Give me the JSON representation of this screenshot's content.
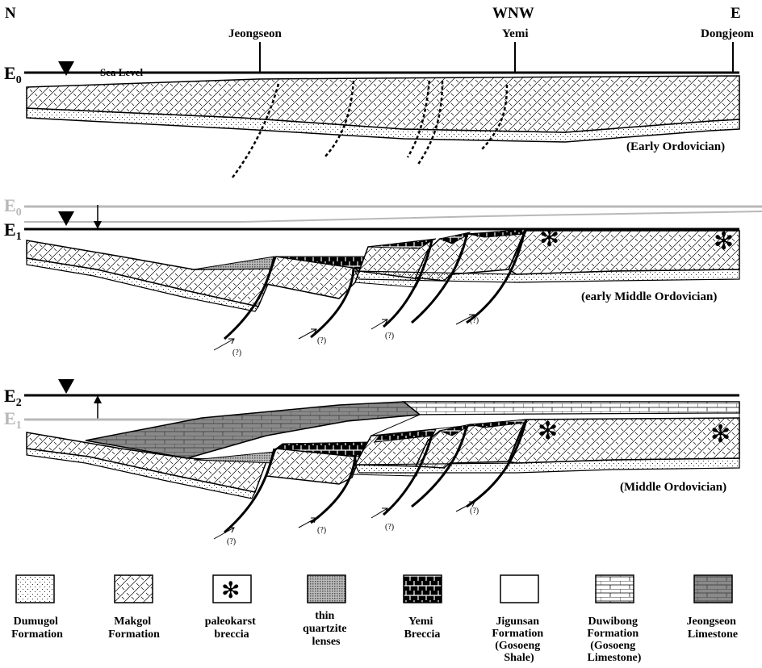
{
  "directions": {
    "left": "N",
    "center": "WNW",
    "right": "E"
  },
  "localities": {
    "jeongseon": "Jeongseon",
    "yemi": "Yemi",
    "dongjeom": "Dongjeom"
  },
  "sea_level": "Sea Level",
  "elevations": {
    "e0": {
      "letter": "E",
      "sub": "0"
    },
    "e1": {
      "letter": "E",
      "sub": "1"
    },
    "e2": {
      "letter": "E",
      "sub": "2"
    }
  },
  "stages": {
    "early": "(Early Ordovician)",
    "early_middle": "(early Middle Ordovician)",
    "middle": "(Middle Ordovician)"
  },
  "fault_query": "(?)",
  "legend": [
    {
      "id": "dumugol",
      "lines": [
        "Dumugol",
        "Formation"
      ]
    },
    {
      "id": "makgol",
      "lines": [
        "Makgol",
        "Formation"
      ]
    },
    {
      "id": "paleokarst",
      "lines": [
        "paleokarst",
        "breccia"
      ]
    },
    {
      "id": "quartzite",
      "lines": [
        "thin",
        "quartzite",
        "lenses"
      ]
    },
    {
      "id": "yemi",
      "lines": [
        "Yemi",
        "Breccia"
      ]
    },
    {
      "id": "jigunsan",
      "lines": [
        "Jigunsan",
        "Formation",
        "(Gosoeng",
        "Shale)"
      ]
    },
    {
      "id": "duwibong",
      "lines": [
        "Duwibong",
        "Formation",
        "(Gosoeng",
        "Limestone)"
      ]
    },
    {
      "id": "jeongseon_ls",
      "lines": [
        "Jeongseon",
        "Limestone"
      ]
    }
  ],
  "colors": {
    "ink": "#000000",
    "faded": "#b8b8b8",
    "jeongseon_limestone": "#8a8a8a",
    "quartzite": "#999999"
  }
}
